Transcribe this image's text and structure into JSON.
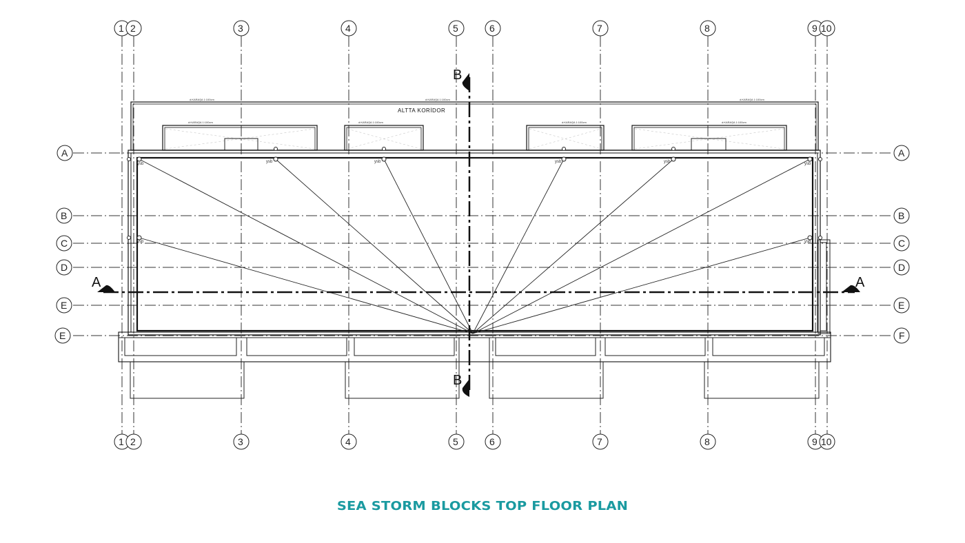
{
  "drawing": {
    "title": "SEA STORM BLOCKS TOP FLOOR PLAN",
    "corridor_label": "ALTTA KORİDOR",
    "dimension_note": "d:KARAŞA 1:100cm",
    "drain_tag": "ysb",
    "accent_color": "#1a9aa0",
    "line_color": "#222222"
  },
  "grid": {
    "vertical": [
      "1",
      "2",
      "3",
      "4",
      "5",
      "6",
      "7",
      "8",
      "9",
      "10"
    ],
    "horizontal_left": [
      "A",
      "B",
      "C",
      "D",
      "E",
      "E"
    ],
    "horizontal_right": [
      "A",
      "B",
      "C",
      "D",
      "E",
      "F"
    ]
  },
  "sections": {
    "A": "A",
    "B": "B"
  }
}
